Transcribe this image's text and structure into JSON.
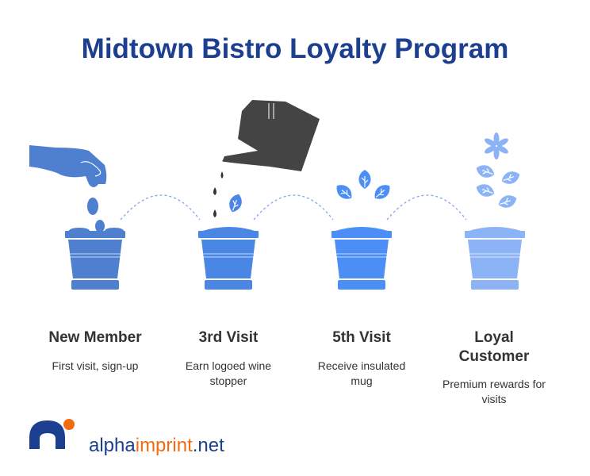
{
  "title": "Midtown Bistro Loyalty Program",
  "stages": [
    {
      "name": "New Member",
      "description": "First visit, sign-up",
      "color": "#4f80d0"
    },
    {
      "name": "3rd Visit",
      "description": "Earn logoed wine stopper",
      "color": "#4a87e4"
    },
    {
      "name": "5th Visit",
      "description": "Receive insulated mug",
      "color": "#4a8ef6"
    },
    {
      "name": "Loyal Customer",
      "description": "Premium rewards for visits",
      "color": "#8db3f7"
    }
  ],
  "logo": {
    "part1": "alpha",
    "part2": "imprint",
    "part3": ".net",
    "primary": "#1c3f8f",
    "accent": "#f26b12"
  }
}
